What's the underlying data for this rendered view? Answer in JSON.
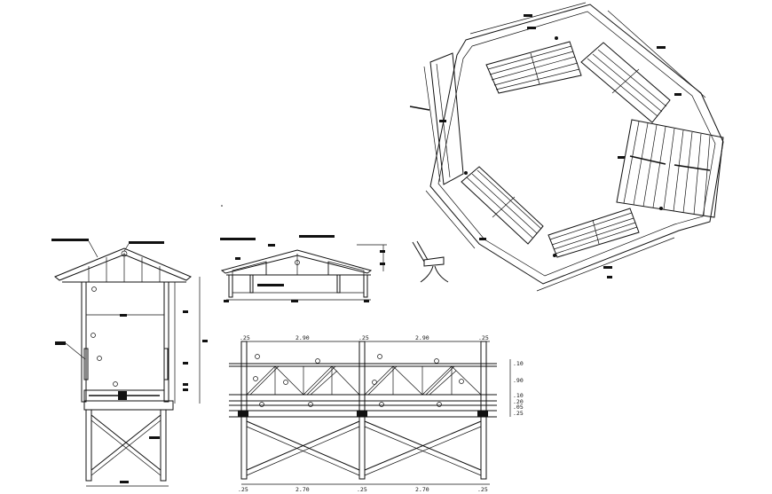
{
  "dimensions": {
    "top_widths": [
      ".25",
      "2.90",
      ".25",
      "2.90",
      ".25"
    ],
    "bottom_widths": [
      ".25",
      "2.70",
      ".25",
      "2.70",
      ".25"
    ],
    "right_heights": [
      ".10",
      ".90",
      ".10",
      ".20",
      ".05",
      ".25"
    ]
  },
  "colors": {
    "line": "#111111",
    "background": "#ffffff"
  }
}
